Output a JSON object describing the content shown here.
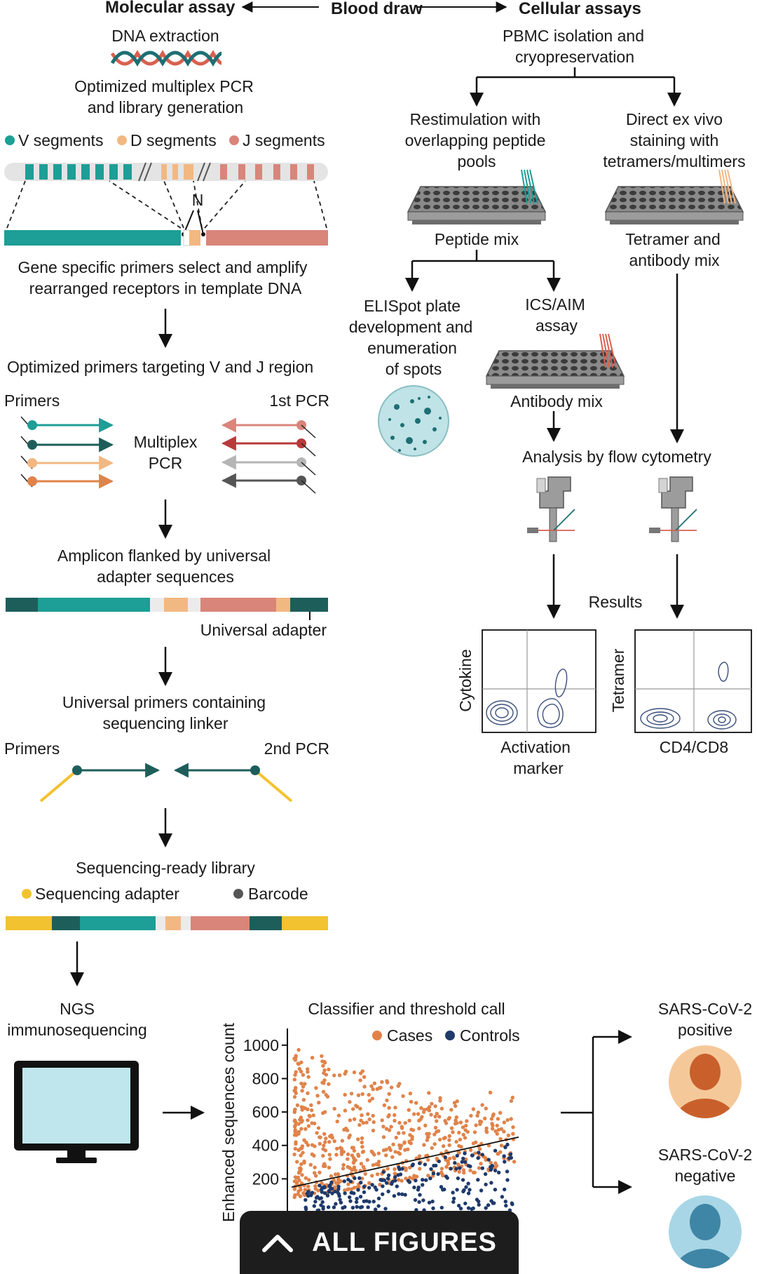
{
  "header": {
    "molecular": "Molecular assay",
    "blood": "Blood draw",
    "cellular": "Cellular assays"
  },
  "left": {
    "dna_extraction": "DNA extraction",
    "multiplex_1": "Optimized multiplex PCR",
    "multiplex_2": "and library generation",
    "v_seg": "V segments",
    "d_seg": "D segments",
    "j_seg": "J segments",
    "n_label": "N",
    "gene_1": "Gene specific primers select and amplify",
    "gene_2": "rearranged receptors in template DNA",
    "optimized": "Optimized primers targeting V and J region",
    "primers_1": "Primers",
    "pcr1": "1st PCR",
    "multiplex_a": "Multiplex",
    "multiplex_b": "PCR",
    "amplicon_1": "Amplicon flanked by universal",
    "amplicon_2": "adapter sequences",
    "universal_adapter": "Universal adapter",
    "univ_primers_1": "Universal primers containing",
    "univ_primers_2": "sequencing linker",
    "primers_2": "Primers",
    "pcr2": "2nd PCR",
    "seq_lib": "Sequencing-ready library",
    "seq_adapter": "Sequencing adapter",
    "barcode": "Barcode",
    "ngs_1": "NGS",
    "ngs_2": "immunosequencing"
  },
  "right": {
    "pbmc_1": "PBMC isolation and",
    "pbmc_2": "cryopreservation",
    "restim_1": "Restimulation with",
    "restim_2": "overlapping peptide",
    "restim_3": "pools",
    "direct_1": "Direct ex vivo",
    "direct_2": "staining with",
    "direct_3": "tetramers/multimers",
    "peptide_mix": "Peptide mix",
    "tetramer_mix_1": "Tetramer and",
    "tetramer_mix_2": "antibody mix",
    "elispot_1": "ELISpot plate",
    "elispot_2": "development and",
    "elispot_3": "enumeration",
    "elispot_4": "of spots",
    "ics_1": "ICS/AIM",
    "ics_2": "assay",
    "antibody_mix": "Antibody mix",
    "flow": "Analysis by flow cytometry",
    "results": "Results",
    "cytokine": "Cytokine",
    "tetramer": "Tetramer",
    "activation_1": "Activation",
    "activation_2": "marker",
    "cd4cd8": "CD4/CD8"
  },
  "bottom": {
    "positive_1": "SARS-CoV-2",
    "positive_2": "positive",
    "negative_1": "SARS-CoV-2",
    "negative_2": "negative"
  },
  "colors": {
    "teal": "#1d9e96",
    "dark_teal": "#1d5e5b",
    "peach": "#f2b882",
    "salmon": "#d9857a",
    "orange": "#e0834a",
    "navy": "#1f3a6b",
    "yellow": "#f2c230"
  },
  "chart_data": {
    "type": "scatter",
    "title": "Classifier and threshold call",
    "ylabel": "Enhanced sequences count",
    "xlabel": "",
    "yticks": [
      200,
      400,
      600,
      800,
      1000
    ],
    "ylim": [
      0,
      1100
    ],
    "legend": "top",
    "series": [
      {
        "name": "Cases",
        "color": "#e0834a",
        "n_points": 600
      },
      {
        "name": "Controls",
        "color": "#1f3a6b",
        "n_points": 220
      }
    ],
    "threshold_line": {
      "from": [
        0,
        150
      ],
      "to": [
        1,
        450
      ]
    }
  },
  "footer": {
    "all_figures": "ALL FIGURES"
  }
}
